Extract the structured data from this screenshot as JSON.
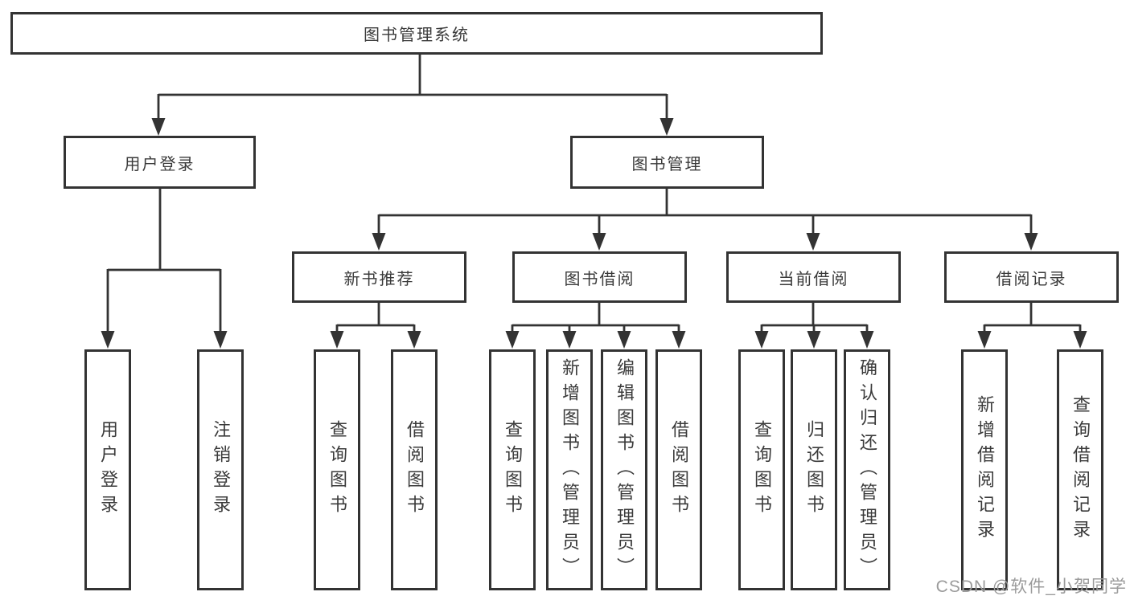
{
  "diagram": {
    "root": {
      "label": "图书管理系统",
      "children": [
        {
          "label": "用户登录",
          "children": [
            {
              "label": "用户登录"
            },
            {
              "label": "注销登录"
            }
          ]
        },
        {
          "label": "图书管理",
          "children": [
            {
              "label": "新书推荐",
              "children": [
                {
                  "label": "查询图书"
                },
                {
                  "label": "借阅图书"
                }
              ]
            },
            {
              "label": "图书借阅",
              "children": [
                {
                  "label": "查询图书"
                },
                {
                  "label": "新增图书（管理员）"
                },
                {
                  "label": "编辑图书（管理员）"
                },
                {
                  "label": "借阅图书"
                }
              ]
            },
            {
              "label": "当前借阅",
              "children": [
                {
                  "label": "查询图书"
                },
                {
                  "label": "归还图书"
                },
                {
                  "label": "确认归还（管理员）"
                }
              ]
            },
            {
              "label": "借阅记录",
              "children": [
                {
                  "label": "新增借阅记录"
                },
                {
                  "label": "查询借阅记录"
                }
              ]
            }
          ]
        }
      ]
    }
  },
  "watermark": {
    "text": "CSDN @软件_小贺同学"
  },
  "colors": {
    "line": "#333333",
    "text": "#3a3a3a",
    "watermark": "#9b9b9b"
  }
}
